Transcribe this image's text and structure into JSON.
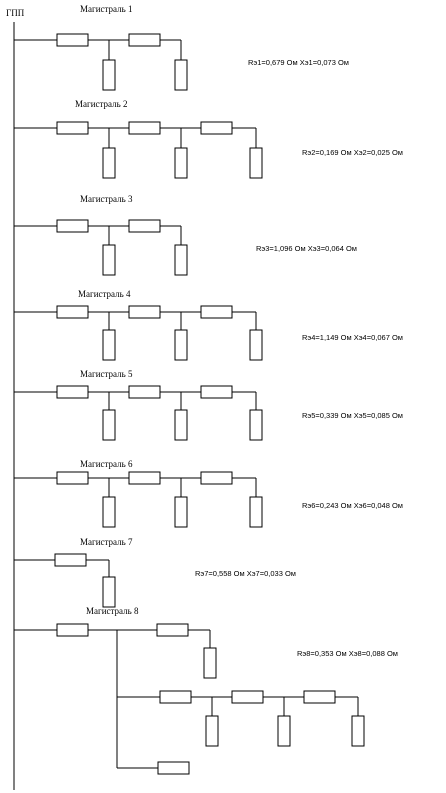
{
  "source_label": "ГПП",
  "feeders": [
    {
      "title": "Магистраль 1",
      "params": "Rэ1=0,679 Ом  Хэ1=0,073 Ом"
    },
    {
      "title": "Магистраль 2",
      "params": "Rэ2=0,169 Ом  Хэ2=0,025 Ом"
    },
    {
      "title": "Магистраль 3",
      "params": "Rэ3=1,096 Ом  Хэ3=0,064 Ом"
    },
    {
      "title": "Магистраль 4",
      "params": "Rэ4=1,149 Ом  Хэ4=0,067 Ом"
    },
    {
      "title": "Магистраль 5",
      "params": "Rэ5=0,339 Ом  Хэ5=0,085 Ом"
    },
    {
      "title": "Магистраль 6",
      "params": "Rэ6=0,243 Ом  Хэ6=0,048 Ом"
    },
    {
      "title": "Магистраль 7",
      "params": "Rэ7=0,558 Ом  Хэ7=0,033 Ом"
    },
    {
      "title": "Магистраль 8",
      "params": "Rэ8=0,353 Ом  Хэ8=0,088 Ом"
    }
  ]
}
